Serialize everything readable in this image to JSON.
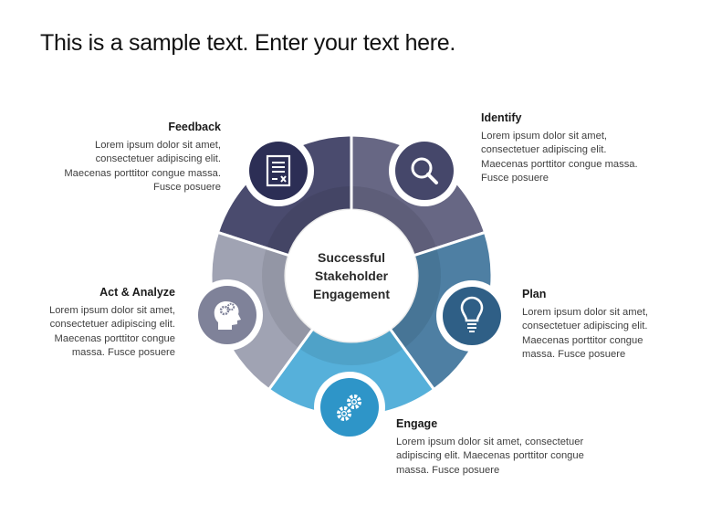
{
  "title": "This is a sample text. Enter your text here.",
  "center": {
    "lines": [
      "Successful",
      "Stakeholder",
      "Engagement"
    ]
  },
  "steps": [
    {
      "label": "Feedback",
      "text": "Lorem ipsum dolor sit amet, consectetuer adipiscing elit. Maecenas porttitor congue massa. Fusce posuere",
      "icon": "document-icon",
      "color": "#4a4b6e"
    },
    {
      "label": "Identify",
      "text": "Lorem ipsum dolor sit amet, consectetuer adipiscing elit. Maecenas porttitor congue massa. Fusce posuere",
      "icon": "search-icon",
      "color": "#676784"
    },
    {
      "label": "Plan",
      "text": "Lorem ipsum dolor sit amet, consectetuer adipiscing elit. Maecenas porttitor congue massa. Fusce posuere",
      "icon": "lightbulb-icon",
      "color": "#4e7fa3"
    },
    {
      "label": "Engage",
      "text": "Lorem ipsum dolor sit amet, consectetuer adipiscing elit. Maecenas porttitor congue massa. Fusce posuere",
      "icon": "gears-icon",
      "color": "#56b0da"
    },
    {
      "label": "Act & Analyze",
      "text": "Lorem ipsum dolor sit amet, consectetuer adipiscing elit. Maecenas porttitor congue massa. Fusce posuere",
      "icon": "head-gears-icon",
      "color": "#a0a3b3"
    }
  ]
}
